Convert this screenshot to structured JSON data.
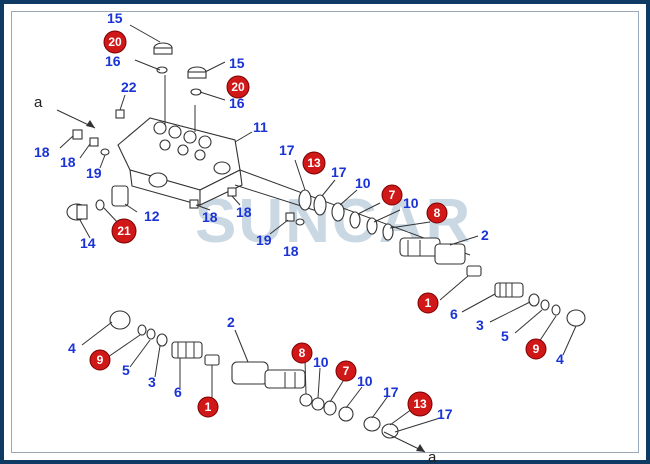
{
  "watermark": "SUNCAR",
  "arrow_labels": [
    "a",
    "a"
  ],
  "blue_labels": [
    "15",
    "16",
    "15",
    "16",
    "22",
    "11",
    "18",
    "18",
    "19",
    "17",
    "17",
    "10",
    "10",
    "2",
    "12",
    "14",
    "18",
    "18",
    "19",
    "18",
    "6",
    "3",
    "5",
    "4",
    "4",
    "5",
    "3",
    "6",
    "2",
    "10",
    "10",
    "17",
    "17"
  ],
  "red_labels": [
    "20",
    "20",
    "13",
    "7",
    "8",
    "21",
    "1",
    "9",
    "9",
    "8",
    "7",
    "1",
    "13"
  ]
}
